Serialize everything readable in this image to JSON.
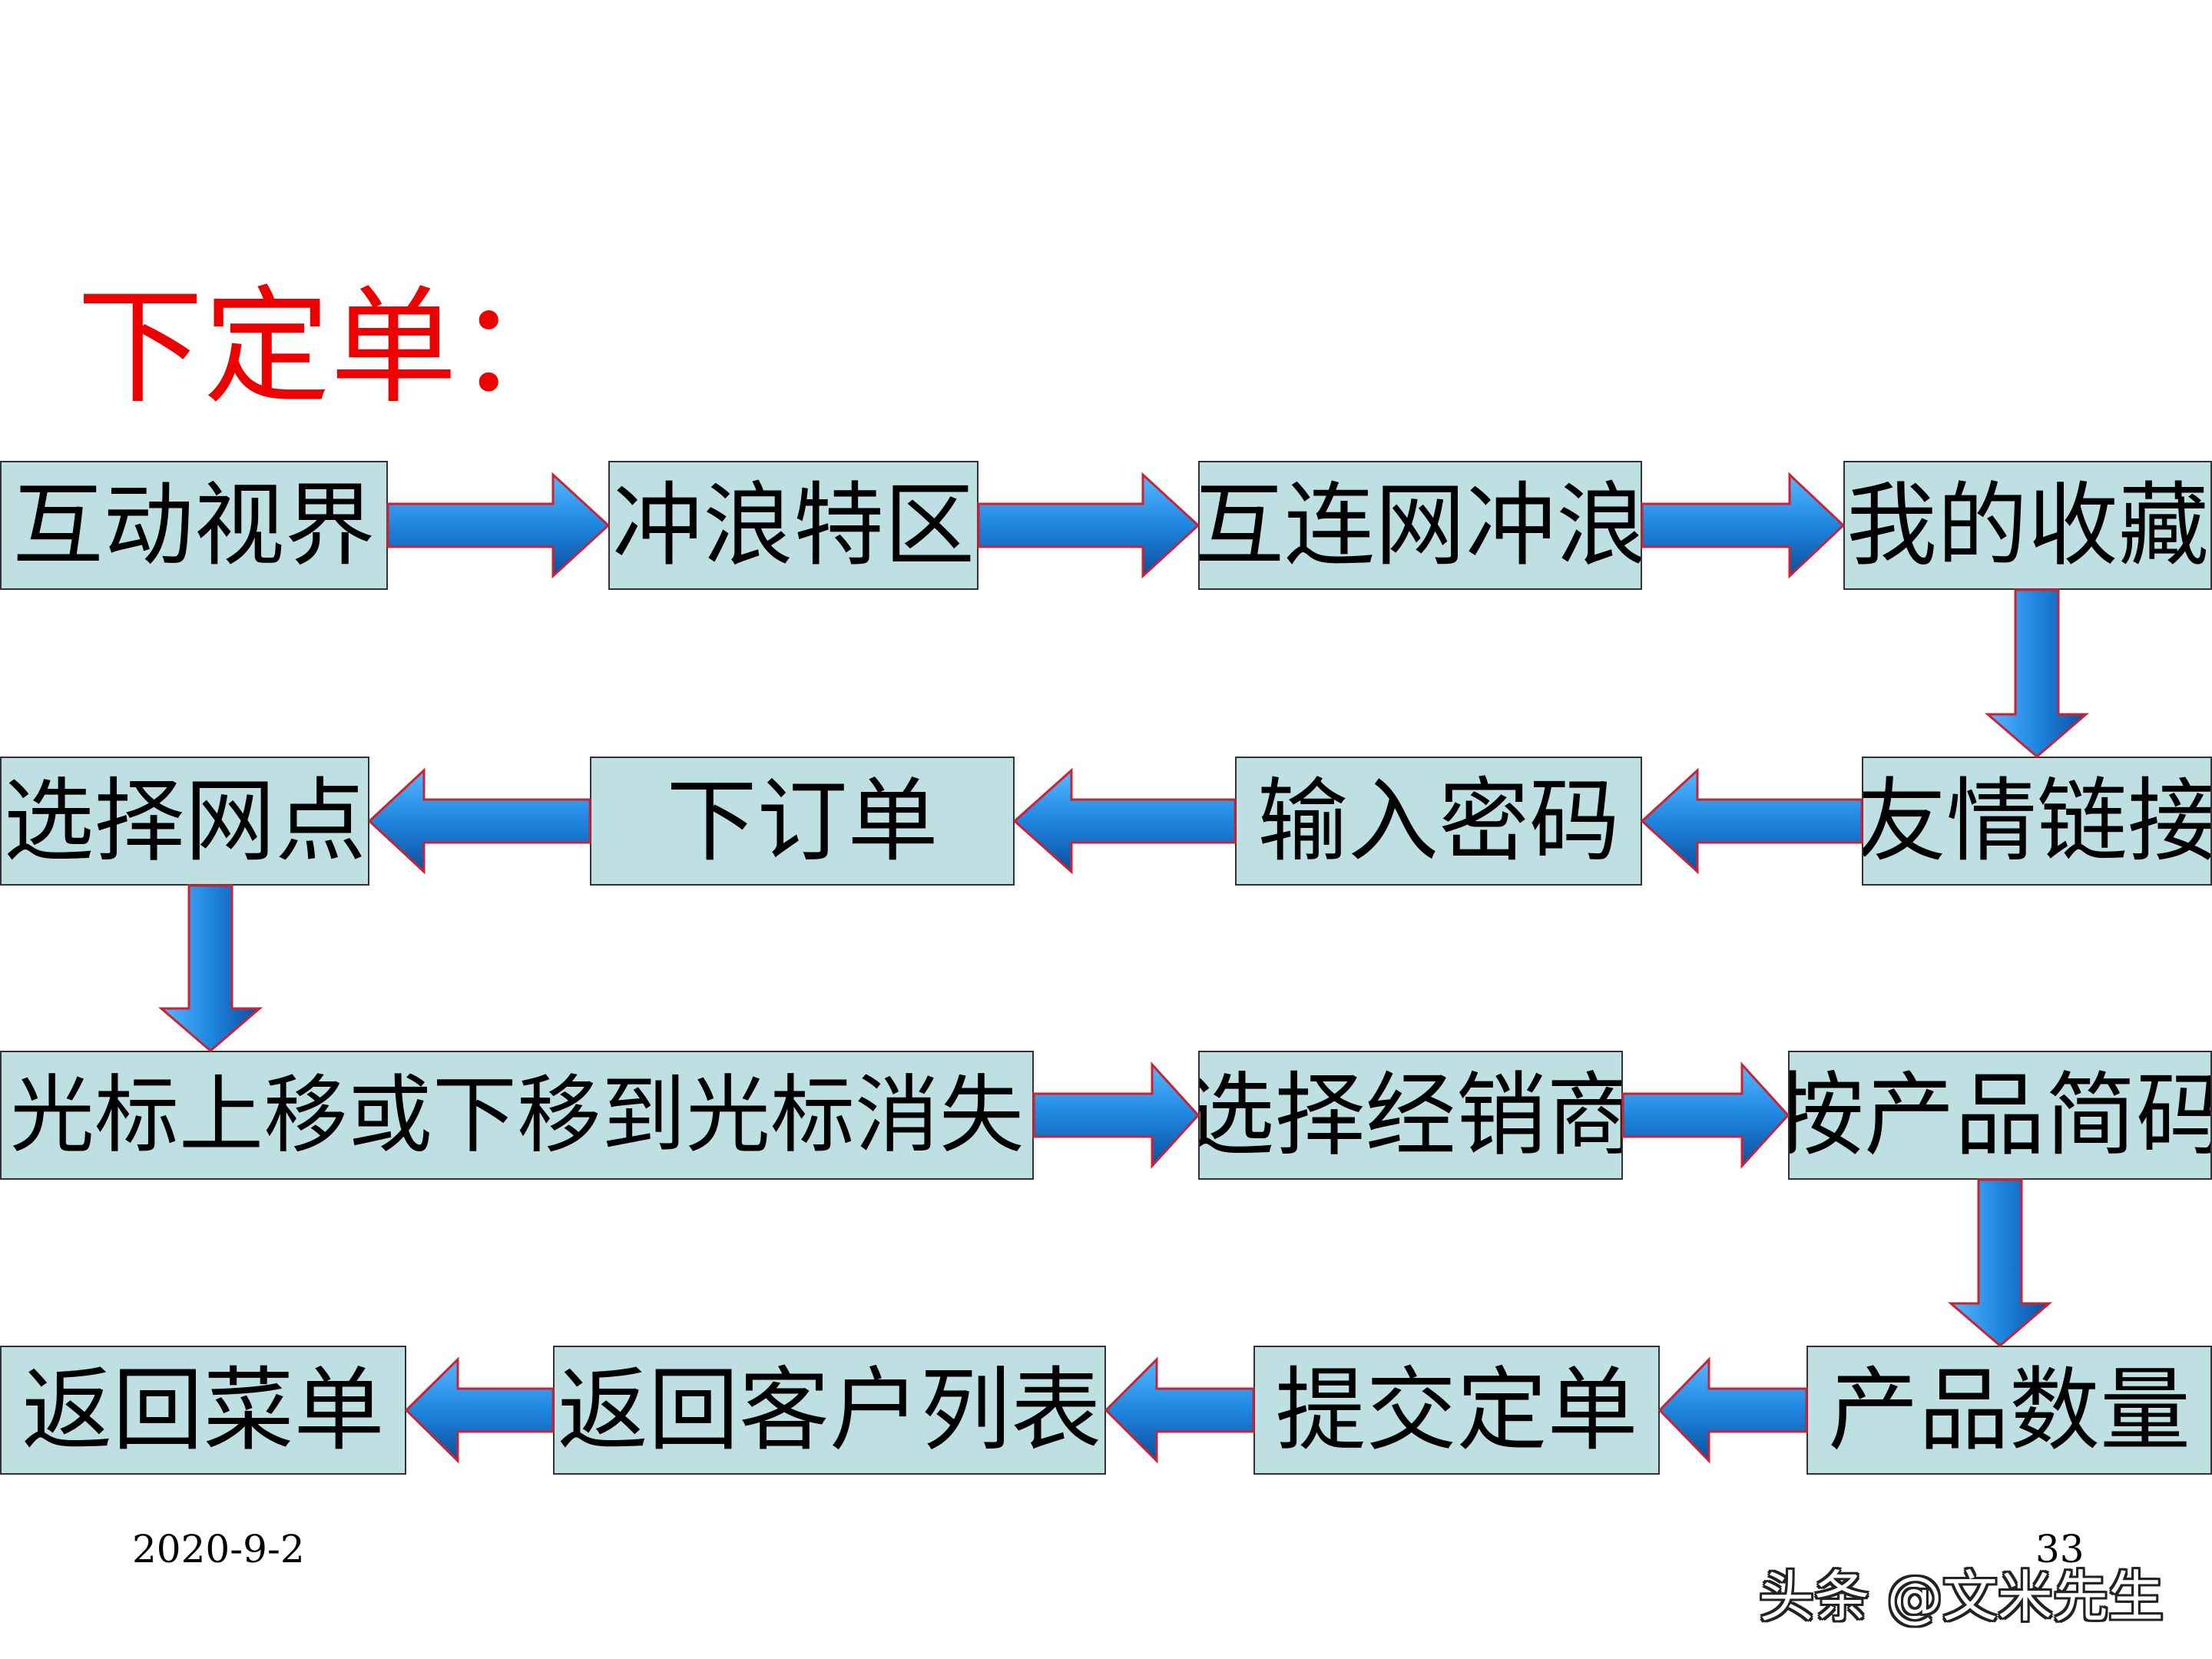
{
  "title": "下定单：",
  "nodes": {
    "n01": "互动视界",
    "n02": "冲浪特区",
    "n03": "互连网冲浪",
    "n04": "我的收藏",
    "n05": "友情链接",
    "n06": "输入密码",
    "n07": "下订单",
    "n08": "选择网点",
    "n09": "光标上移或下移到光标消失",
    "n10": "选择经销商",
    "n11": "按产品简码",
    "n12": "产品数量",
    "n13": "提交定单",
    "n14": "返回客户列表",
    "n15": "返回菜单"
  },
  "footer": {
    "date": "2020-9-2",
    "page": "33"
  },
  "watermark": "头条 @文米先生",
  "colors": {
    "box_fill": "#bfe0e3",
    "arrow_fill": "#1f86e0",
    "arrow_outline": "#cc2233",
    "title": "#ee0000"
  }
}
